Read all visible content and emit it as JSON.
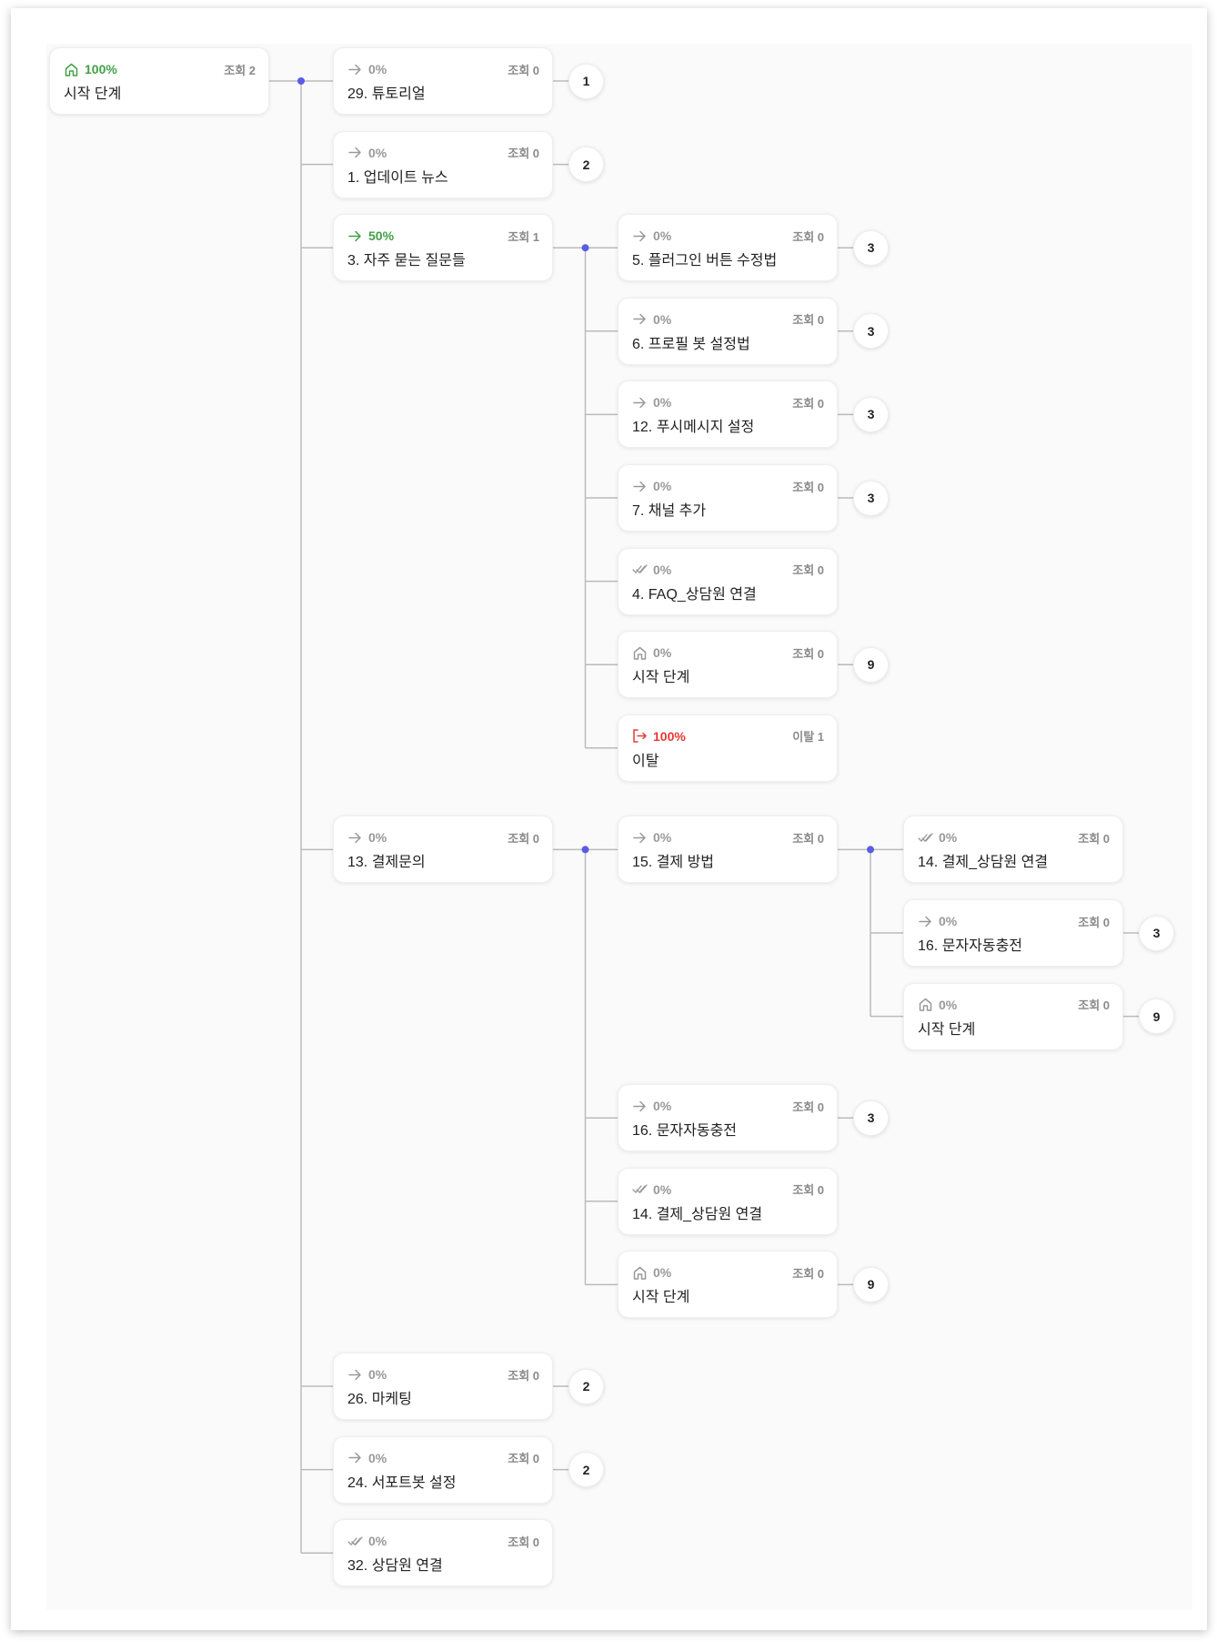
{
  "colors": {
    "success": "#43a047",
    "danger": "#e53935",
    "muted": "#999999",
    "connector": "#bbbbbb",
    "dot": "#5b5be6"
  },
  "tree": {
    "icon": "home-icon",
    "percent": "100%",
    "tone": "success",
    "stat": "조회 2",
    "title": "시작 단계",
    "children": [
      {
        "icon": "arrow-right-icon",
        "percent": "0%",
        "tone": "muted",
        "stat": "조회 0",
        "title": "29. 튜토리얼",
        "badge": "1"
      },
      {
        "icon": "arrow-right-icon",
        "percent": "0%",
        "tone": "muted",
        "stat": "조회 0",
        "title": "1. 업데이트 뉴스",
        "badge": "2"
      },
      {
        "icon": "arrow-right-icon",
        "percent": "50%",
        "tone": "success",
        "stat": "조회 1",
        "title": "3. 자주 묻는 질문들",
        "children": [
          {
            "icon": "arrow-right-icon",
            "percent": "0%",
            "tone": "muted",
            "stat": "조회 0",
            "title": "5. 플러그인 버튼 수정법",
            "badge": "3"
          },
          {
            "icon": "arrow-right-icon",
            "percent": "0%",
            "tone": "muted",
            "stat": "조회 0",
            "title": "6. 프로필 봇 설정법",
            "badge": "3"
          },
          {
            "icon": "arrow-right-icon",
            "percent": "0%",
            "tone": "muted",
            "stat": "조회 0",
            "title": "12. 푸시메시지 설정",
            "badge": "3"
          },
          {
            "icon": "arrow-right-icon",
            "percent": "0%",
            "tone": "muted",
            "stat": "조회 0",
            "title": "7. 채널 추가",
            "badge": "3"
          },
          {
            "icon": "double-check-icon",
            "percent": "0%",
            "tone": "muted",
            "stat": "조회 0",
            "title": "4. FAQ_상담원 연결"
          },
          {
            "icon": "home-icon",
            "percent": "0%",
            "tone": "muted",
            "stat": "조회 0",
            "title": "시작 단계",
            "badge": "9"
          },
          {
            "icon": "exit-icon",
            "percent": "100%",
            "tone": "danger",
            "stat": "이탈 1",
            "title": "이탈"
          }
        ]
      },
      {
        "icon": "arrow-right-icon",
        "percent": "0%",
        "tone": "muted",
        "stat": "조회 0",
        "title": "13. 결제문의",
        "children": [
          {
            "icon": "arrow-right-icon",
            "percent": "0%",
            "tone": "muted",
            "stat": "조회 0",
            "title": "15. 결제 방법",
            "children": [
              {
                "icon": "double-check-icon",
                "percent": "0%",
                "tone": "muted",
                "stat": "조회 0",
                "title": "14. 결제_상담원 연결"
              },
              {
                "icon": "arrow-right-icon",
                "percent": "0%",
                "tone": "muted",
                "stat": "조회 0",
                "title": "16. 문자자동충전",
                "badge": "3"
              },
              {
                "icon": "home-icon",
                "percent": "0%",
                "tone": "muted",
                "stat": "조회 0",
                "title": "시작 단계",
                "badge": "9"
              }
            ]
          },
          {
            "icon": "arrow-right-icon",
            "percent": "0%",
            "tone": "muted",
            "stat": "조회 0",
            "title": "16. 문자자동충전",
            "badge": "3"
          },
          {
            "icon": "double-check-icon",
            "percent": "0%",
            "tone": "muted",
            "stat": "조회 0",
            "title": "14. 결제_상담원 연결"
          },
          {
            "icon": "home-icon",
            "percent": "0%",
            "tone": "muted",
            "stat": "조회 0",
            "title": "시작 단계",
            "badge": "9"
          }
        ]
      },
      {
        "icon": "arrow-right-icon",
        "percent": "0%",
        "tone": "muted",
        "stat": "조회 0",
        "title": "26. 마케팅",
        "badge": "2"
      },
      {
        "icon": "arrow-right-icon",
        "percent": "0%",
        "tone": "muted",
        "stat": "조회 0",
        "title": "24. 서포트봇 설정",
        "badge": "2"
      },
      {
        "icon": "double-check-icon",
        "percent": "0%",
        "tone": "muted",
        "stat": "조회 0",
        "title": "32. 상담원 연결"
      }
    ]
  }
}
